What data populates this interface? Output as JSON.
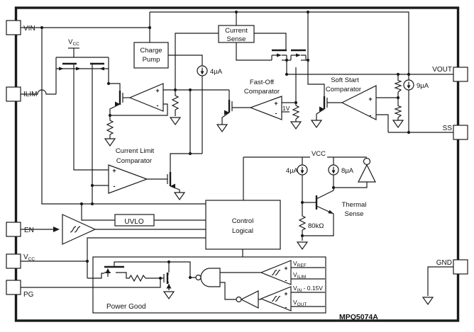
{
  "part_number": "MPQ5074A",
  "pins": {
    "vin": "VIN",
    "ilim": "ILIM",
    "en": "EN",
    "vcc": {
      "main": "V",
      "sub": "CC"
    },
    "pg": "PG",
    "vout": "VOUT",
    "ss": "SS",
    "gnd": "GND"
  },
  "blocks": {
    "charge_pump": {
      "line1": "Charge",
      "line2": "Pump"
    },
    "current_sense": {
      "line1": "Current",
      "line2": "Sense"
    },
    "uvlo": "UVLO",
    "control": {
      "line1": "Control",
      "line2": "Logical"
    },
    "power_good": "Power Good"
  },
  "comparators": {
    "current_limit": {
      "line1": "Current Limit",
      "line2": "Comparator"
    },
    "fast_off": {
      "line1": "Fast-Off",
      "line2": "Comparator"
    },
    "soft_start": {
      "line1": "Soft Start",
      "line2": "Comparator"
    }
  },
  "labels": {
    "i4ua_top": "4µA",
    "i9ua": "9µA",
    "i4ua_thermal": "4µA",
    "i8ua": "8µA",
    "r80k": "80kΩ",
    "ref_1v": "1V",
    "vcc_rail": "VCC",
    "vcc_mirror": {
      "main": "V",
      "sub": "CC"
    },
    "thermal": {
      "line1": "Thermal",
      "line2": "Sense"
    },
    "vref": {
      "main": "V",
      "sub": "REF"
    },
    "vilim": {
      "main": "V",
      "sub": "ILIM"
    },
    "vin_minus": {
      "main": "V",
      "sub": "IN",
      "rest": " - 0.15V"
    },
    "vout_cmp": {
      "main": "V",
      "sub": "OUT"
    },
    "plus": "+",
    "minus": "-"
  }
}
